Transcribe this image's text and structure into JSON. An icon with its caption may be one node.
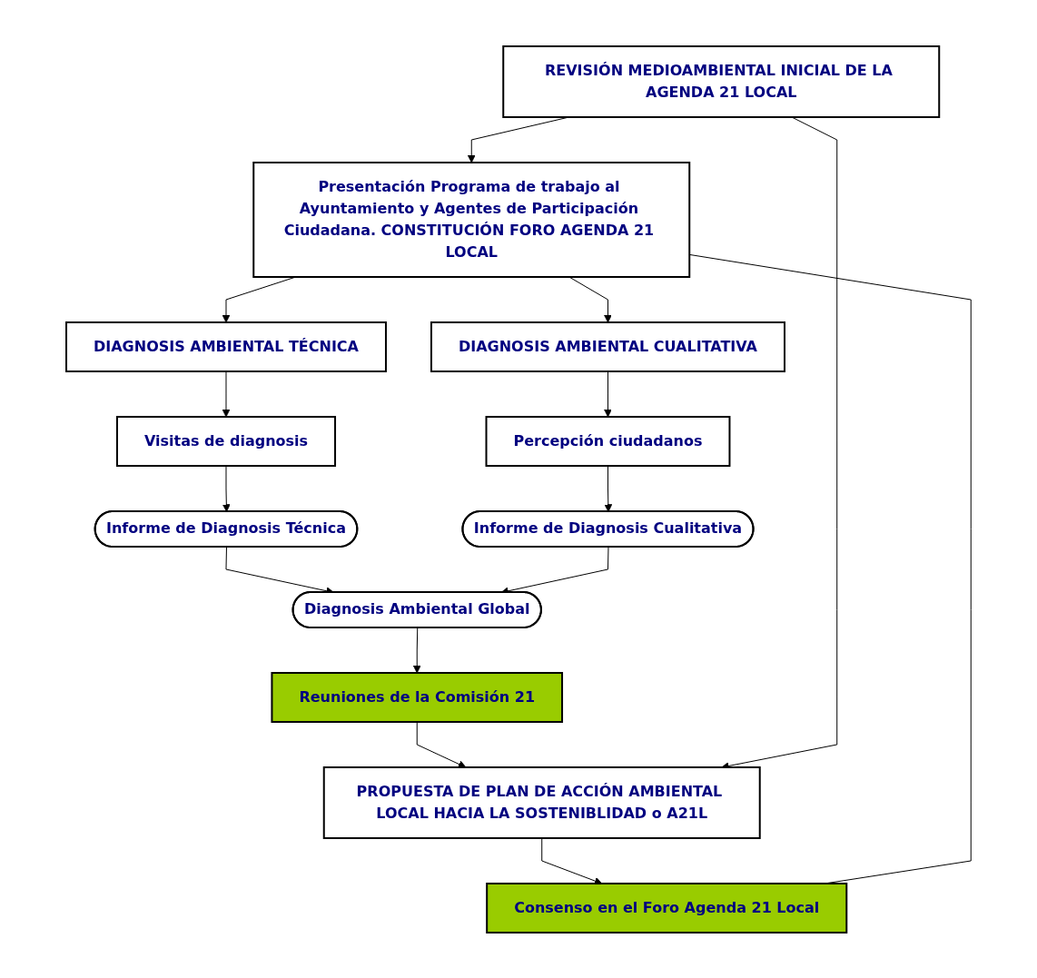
{
  "diagram": {
    "nodes": [
      {
        "text": [
          "REVISIÓN MEDIOAMBIENTAL INICIAL DE LA AGENDA 21 LOCAL"
        ]
      },
      {
        "text": [
          "Presentación Programa de trabajo al Ayuntamiento y Agentes de Participación Ciudadana. CONSTITUCIÓN FORO AGENDA 21 LOCAL"
        ]
      },
      {
        "text": [
          "DIAGNOSIS AMBIENTAL TÉCNICA"
        ]
      },
      {
        "text": [
          "DIAGNOSIS AMBIENTAL CUALITATIVA"
        ]
      },
      {
        "text": [
          "Visitas de diagnosis"
        ]
      },
      {
        "text": [
          "Percepción ciudadanos"
        ]
      },
      {
        "text": [
          "Informe de Diagnosis Técnica"
        ]
      },
      {
        "text": [
          "Informe de Diagnosis Cualitativa"
        ]
      },
      {
        "text": [
          "Diagnosis Ambiental Global"
        ]
      },
      {
        "text": [
          "Reuniones de la Comisión 21"
        ]
      },
      {
        "text": [
          "PROPUESTA DE PLAN DE ACCIÓN AMBIENTAL LOCAL HACIA LA SOSTENIBLIDAD o A21L"
        ]
      },
      {
        "text": [
          "Consenso en el Foro Agenda 21 Local"
        ]
      }
    ],
    "edges": [
      {
        "from": 0,
        "to": 1,
        "arrow": "to"
      },
      {
        "from": 1,
        "to": 2,
        "arrow": "to"
      },
      {
        "from": 1,
        "to": 3,
        "arrow": "to"
      },
      {
        "from": 2,
        "to": 4,
        "arrow": "to"
      },
      {
        "from": 3,
        "to": 5,
        "arrow": "to"
      },
      {
        "from": 4,
        "to": 6,
        "arrow": "to"
      },
      {
        "from": 5,
        "to": 7,
        "arrow": "to"
      },
      {
        "from": 6,
        "to": 8,
        "arrow": "to"
      },
      {
        "from": 7,
        "to": 8,
        "arrow": "to"
      },
      {
        "from": 8,
        "to": 9,
        "arrow": "to"
      },
      {
        "from": 9,
        "to": 10,
        "arrow": "to"
      },
      {
        "from": 0,
        "to": 10,
        "arrow": "to"
      },
      {
        "from": 10,
        "to": 11,
        "arrow": "to"
      },
      {
        "from": 11,
        "to": 1,
        "arrow": "none"
      }
    ]
  }
}
